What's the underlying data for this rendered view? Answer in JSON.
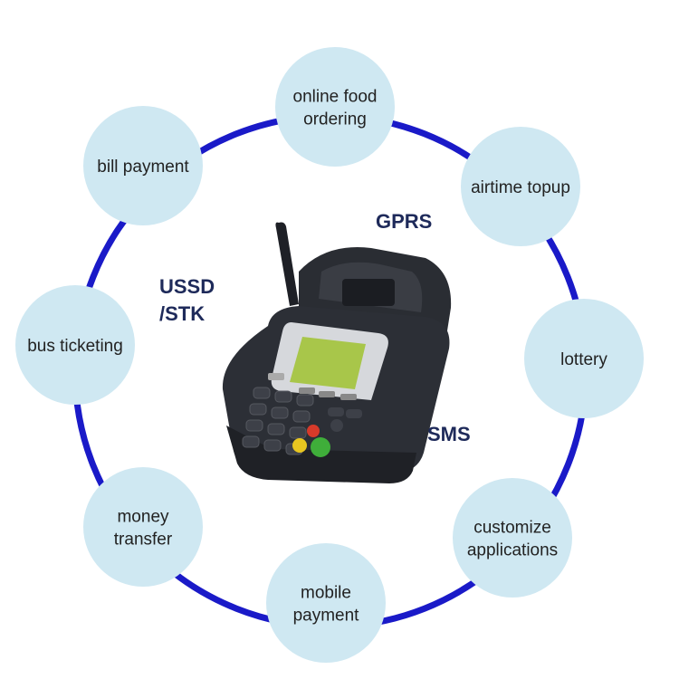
{
  "colors": {
    "ring": "#1a1ac8",
    "node_fill": "#cfe8f2",
    "node_text": "#222222",
    "protocol_text": "#1e2a5a",
    "device_body": "#2c2f36",
    "device_screen": "#a8c64a"
  },
  "nodes": [
    {
      "lines": [
        "online food",
        "ordering"
      ]
    },
    {
      "lines": [
        "airtime topup"
      ]
    },
    {
      "lines": [
        "lottery"
      ]
    },
    {
      "lines": [
        "customize",
        "applications"
      ]
    },
    {
      "lines": [
        "mobile",
        "payment"
      ]
    },
    {
      "lines": [
        "money",
        "transfer"
      ]
    },
    {
      "lines": [
        "bus ticketing"
      ]
    },
    {
      "lines": [
        "bill payment"
      ]
    }
  ],
  "protocols": [
    {
      "lines": [
        "GPRS"
      ]
    },
    {
      "lines": [
        "USSD",
        "/STK"
      ]
    },
    {
      "lines": [
        "SMS"
      ]
    }
  ],
  "device": {
    "name": "pos-terminal",
    "icon": "pos-terminal-icon"
  }
}
